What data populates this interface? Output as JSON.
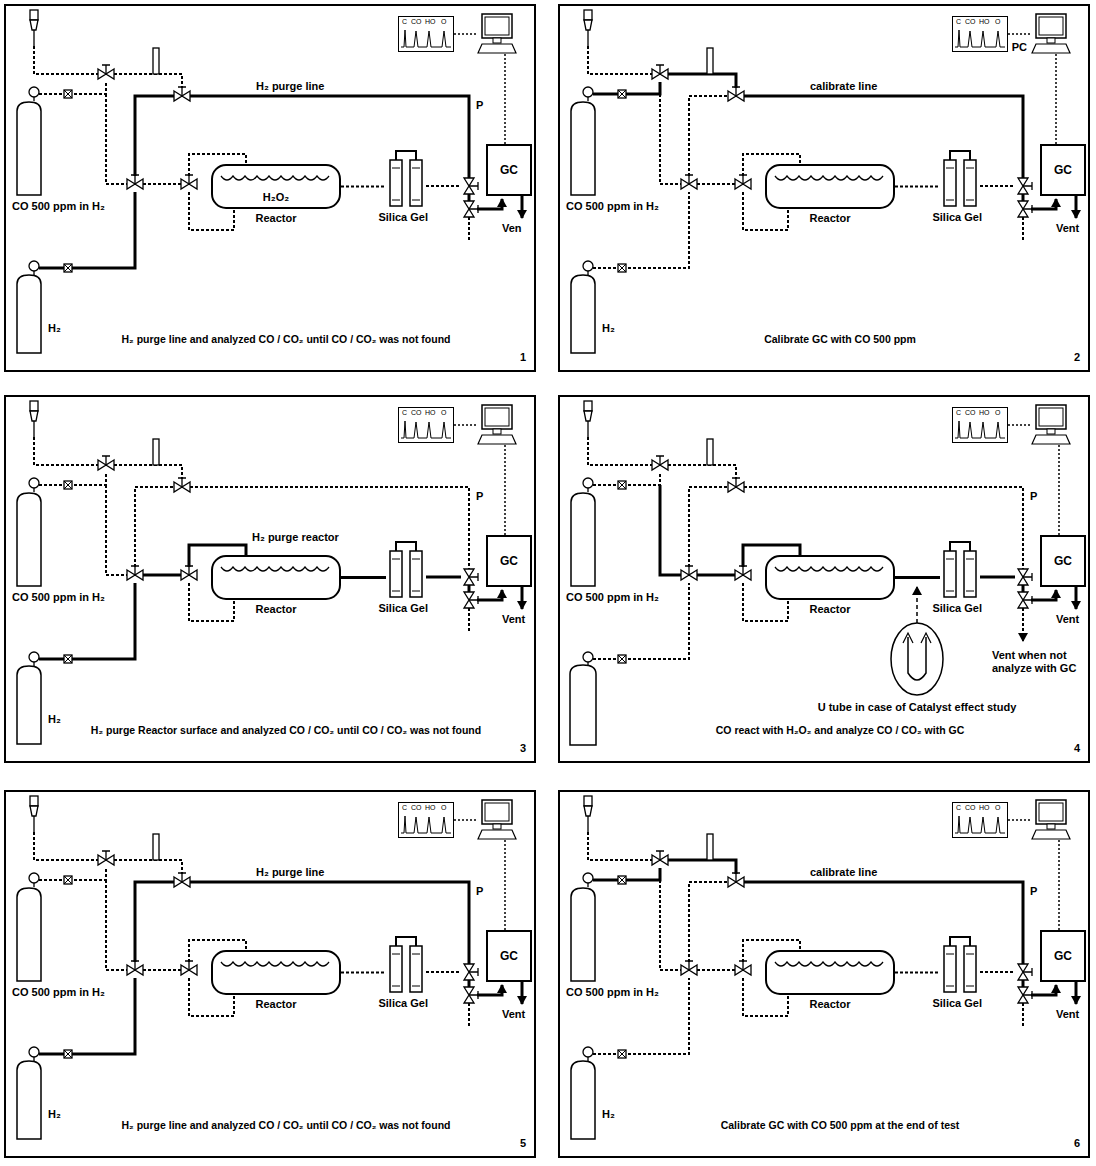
{
  "diagram": {
    "nodes": [
      {
        "text": [
          "H₂ purge line and analyzed CO / CO₂ until CO / CO₂ was not found",
          "1"
        ]
      },
      {
        "text": [
          "CO 500 ppm in H₂"
        ],
        "in": 0
      },
      {
        "text": [
          "H₂"
        ],
        "in": 0
      },
      {
        "text": [
          "C",
          "CO",
          "HO",
          "O"
        ],
        "in": 0
      },
      {
        "text": [
          "H₂O₂",
          "Reactor"
        ],
        "in": 0
      },
      {
        "text": [
          "Silica Gel"
        ],
        "in": 0
      },
      {
        "text": [
          "GC"
        ],
        "in": 0
      },
      {
        "text": [
          "Calibrate GC with CO 500 ppm",
          "2"
        ]
      },
      {
        "text": [
          "CO 500 ppm in H₂"
        ],
        "in": 7
      },
      {
        "text": [
          "H₂"
        ],
        "in": 7
      },
      {
        "text": [
          "C",
          "CO",
          "HO",
          "O"
        ],
        "in": 7
      },
      {
        "text": [
          "PC"
        ],
        "in": 7
      },
      {
        "text": [
          "Reactor"
        ],
        "in": 7
      },
      {
        "text": [
          "Silica Gel"
        ],
        "in": 7
      },
      {
        "text": [
          "GC"
        ],
        "in": 7
      },
      {
        "text": [
          "H₂ purge Reactor surface and analyzed CO / CO₂ until CO / CO₂ was not found",
          "3"
        ]
      },
      {
        "text": [
          "CO 500 ppm in H₂"
        ],
        "in": 15
      },
      {
        "text": [
          "H₂"
        ],
        "in": 15
      },
      {
        "text": [
          "C",
          "CO",
          "HO",
          "O"
        ],
        "in": 15
      },
      {
        "text": [
          "Reactor"
        ],
        "in": 15
      },
      {
        "text": [
          "Silica Gel"
        ],
        "in": 15
      },
      {
        "text": [
          "GC"
        ],
        "in": 15
      },
      {
        "text": [
          "CO react with H₂O₂ and analyze CO / CO₂ with GC",
          "4"
        ]
      },
      {
        "text": [
          "CO 500 ppm in H₂"
        ],
        "in": 22
      },
      {
        "text": [
          "C",
          "CO",
          "HO",
          "O"
        ],
        "in": 22
      },
      {
        "text": [
          "Reactor"
        ],
        "in": 22
      },
      {
        "text": [
          "Silica Gel"
        ],
        "in": 22
      },
      {
        "text": [
          "GC"
        ],
        "in": 22
      },
      {
        "text": [
          "H₂ purge line and analyzed CO / CO₂ until CO / CO₂ was not found",
          "5"
        ]
      },
      {
        "text": [
          "CO 500 ppm in H₂"
        ],
        "in": 28
      },
      {
        "text": [
          "H₂"
        ],
        "in": 28
      },
      {
        "text": [
          "C",
          "CO",
          "HO",
          "O"
        ],
        "in": 28
      },
      {
        "text": [
          "Reactor"
        ],
        "in": 28
      },
      {
        "text": [
          "Silica Gel"
        ],
        "in": 28
      },
      {
        "text": [
          "GC"
        ],
        "in": 28
      },
      {
        "text": [
          "Calibrate GC with CO 500 ppm at the end of test",
          "6"
        ]
      },
      {
        "text": [
          "CO 500 ppm in H₂"
        ],
        "in": 35
      },
      {
        "text": [
          "H₂"
        ],
        "in": 35
      },
      {
        "text": [
          "C",
          "CO",
          "HO",
          "O"
        ],
        "in": 35
      },
      {
        "text": [
          "Reactor"
        ],
        "in": 35
      },
      {
        "text": [
          "Silica Gel"
        ],
        "in": 35
      },
      {
        "text": [
          "GC"
        ],
        "in": 35
      }
    ],
    "edges": [
      {
        "from": 4,
        "to": 5,
        "arrow": "none"
      },
      {
        "from": 10,
        "to": 11,
        "arrow": "none"
      },
      {
        "from": 11,
        "to": 14,
        "arrow": "none"
      },
      {
        "from": 12,
        "to": 13,
        "arrow": "none"
      },
      {
        "from": 19,
        "to": 20,
        "arrow": "none"
      },
      {
        "from": 25,
        "to": 26,
        "arrow": "none"
      },
      {
        "from": 32,
        "to": 33,
        "arrow": "none"
      },
      {
        "from": 39,
        "to": 40,
        "arrow": "none"
      }
    ],
    "labels": [
      "H₂ purge line",
      "P",
      "Ven",
      "calibrate line",
      "Vent",
      "P",
      "H₂ purge reactor",
      "Vent",
      "P",
      "Vent",
      "Vent when not analyze with GC",
      "U tube in case of Catalyst effect study",
      "H₂ purge line",
      "P",
      "Vent",
      "calibrate line",
      "P",
      "Vent"
    ]
  }
}
